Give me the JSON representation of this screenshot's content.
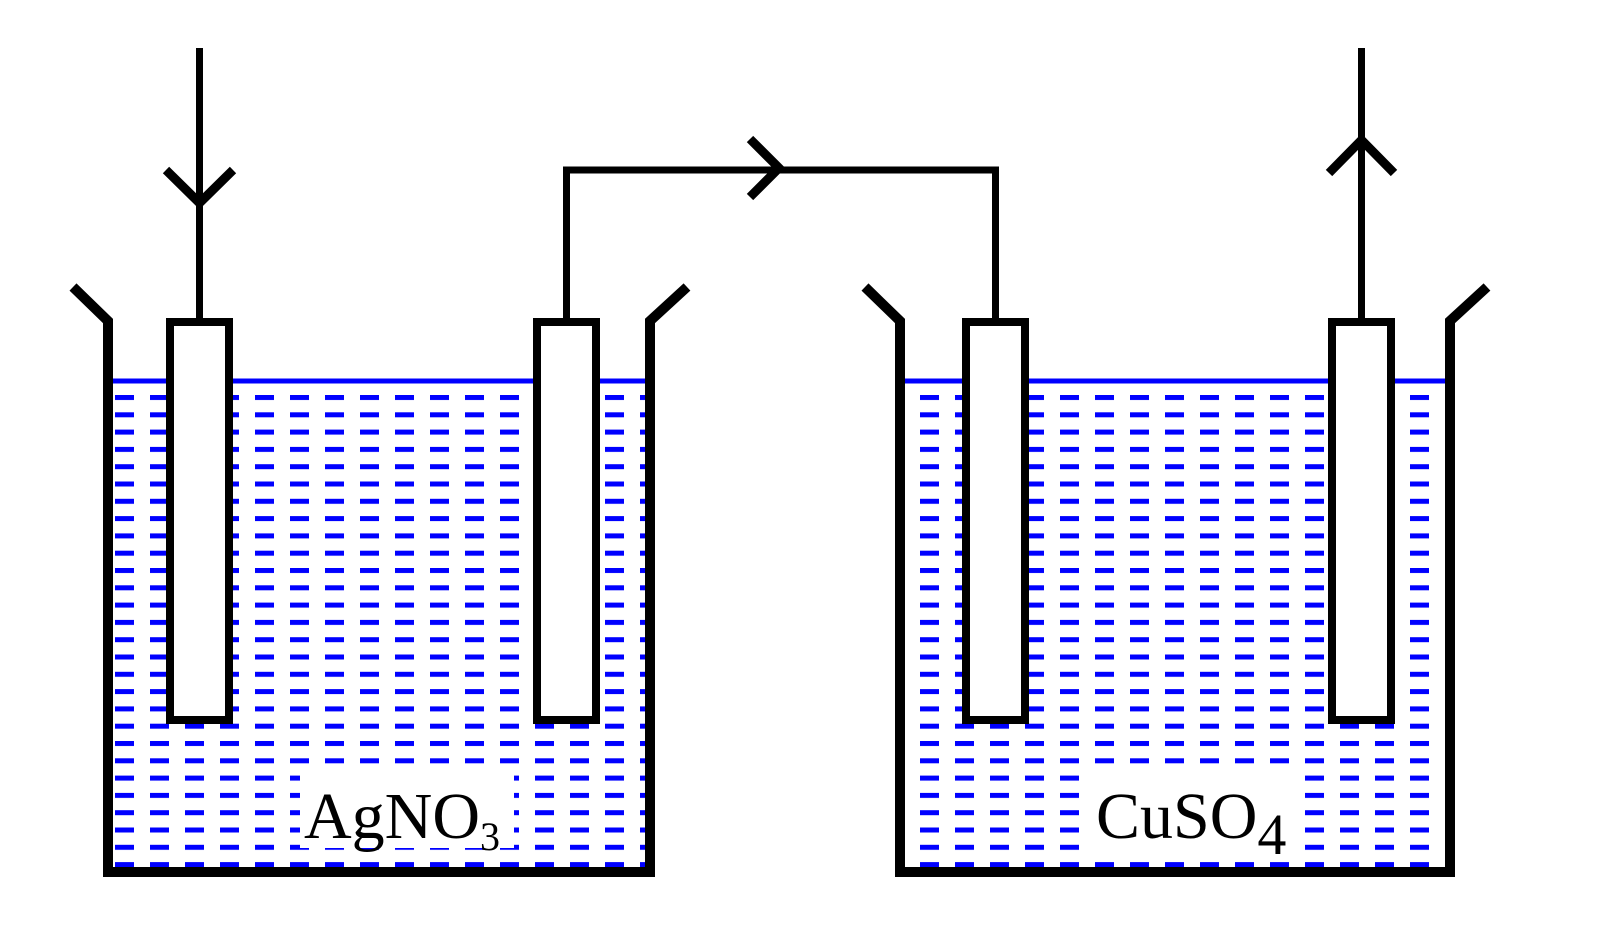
{
  "diagram": {
    "type": "electrolysis-cells-in-series",
    "colors": {
      "background": "#ffffff",
      "line": "#000000",
      "solution": "#0000ff",
      "electrode_fill": "#ffffff"
    },
    "left_cell": {
      "formula_main": "AgNO",
      "formula_sub": "3"
    },
    "right_cell": {
      "formula_main": "CuSO",
      "formula_sub": "4"
    },
    "icons": {
      "left_wire_arrow": "arrow-down-icon",
      "middle_wire_arrow": "arrow-right-icon",
      "right_wire_arrow": "arrow-up-icon"
    }
  }
}
